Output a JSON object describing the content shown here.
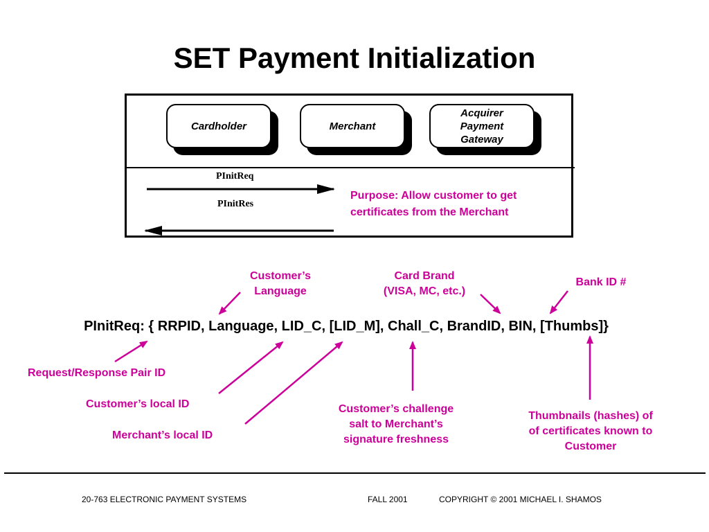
{
  "slide": {
    "title": "SET Payment Initialization"
  },
  "diagram": {
    "entities": {
      "cardholder": "Cardholder",
      "merchant": "Merchant",
      "gateway_line1": "Acquirer",
      "gateway_line2": "Payment",
      "gateway_line3": "Gateway"
    },
    "messages": {
      "request": "PInitReq",
      "response": "PInitRes"
    },
    "purpose_line1": "Purpose: Allow customer to get",
    "purpose_line2": "certificates from the Merchant"
  },
  "formula": "PInitReq: { RRPID, Language, LID_C, [LID_M], Chall_C, BrandID, BIN, [Thumbs]}",
  "annotations": {
    "language_line1": "Customer’s",
    "language_line2": "Language",
    "brand_line1": "Card Brand",
    "brand_line2": "(VISA, MC, etc.)",
    "bank": "Bank ID #",
    "rrpid": "Request/Response Pair ID",
    "lid_c": "Customer’s local ID",
    "lid_m": "Merchant’s local ID",
    "chall_line1": "Customer’s challenge",
    "chall_line2": "salt to Merchant’s",
    "chall_line3": "signature freshness",
    "thumbs_line1": "Thumbnails (hashes) of",
    "thumbs_line2": "of certificates known to",
    "thumbs_line3": "Customer"
  },
  "footer": {
    "course": "20-763 ELECTRONIC PAYMENT SYSTEMS",
    "term": "FALL 2001",
    "copyright": "COPYRIGHT © 2001 MICHAEL I. SHAMOS"
  },
  "colors": {
    "accent": "#cc0099",
    "text": "#000000"
  }
}
